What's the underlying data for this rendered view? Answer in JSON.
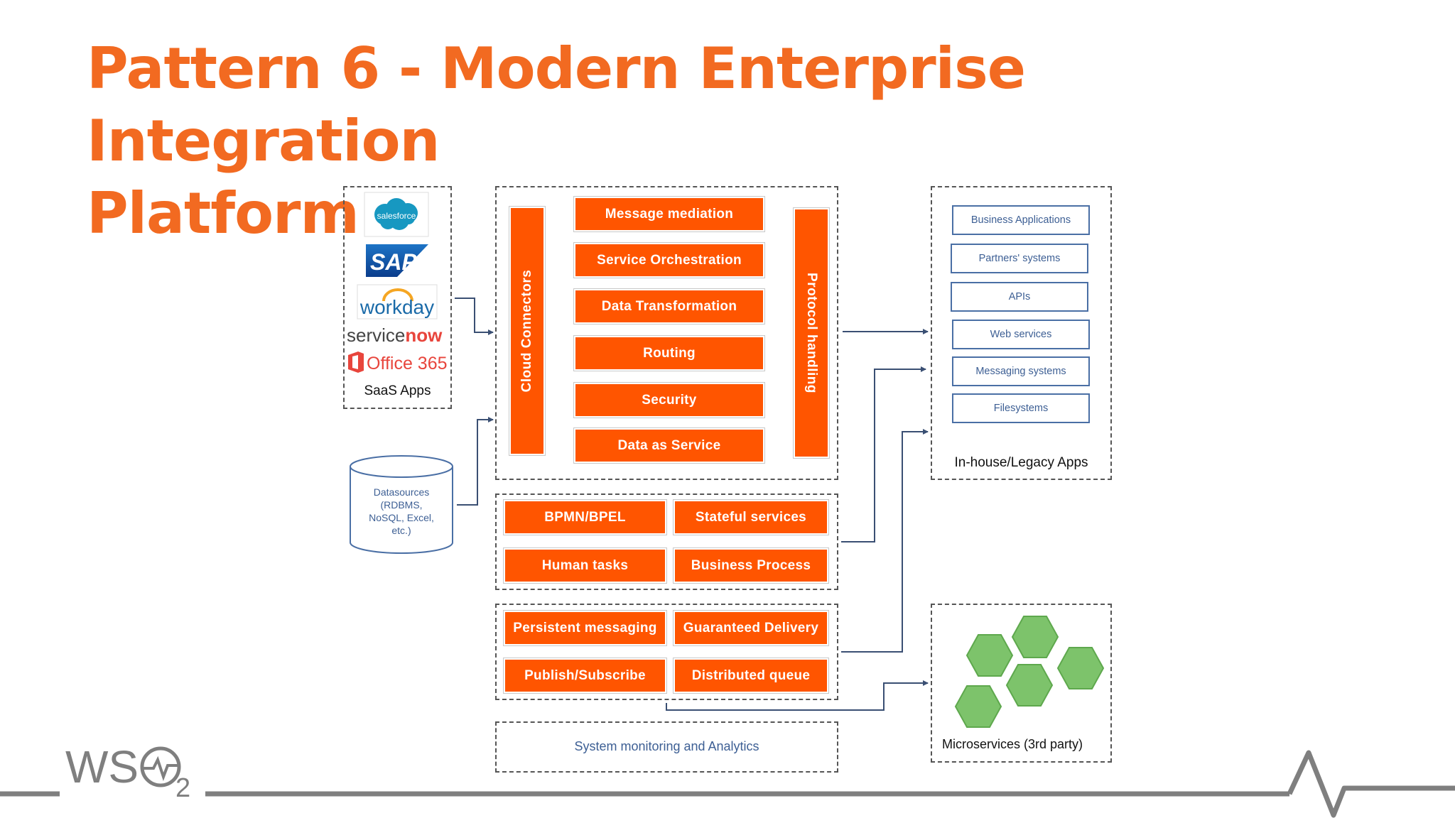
{
  "slide": {
    "title_line1": "Pattern 6 - Modern Enterprise Integration",
    "title_line2": "Platform"
  },
  "saas": {
    "logos": {
      "salesforce": "salesforce",
      "sap": "SAP",
      "workday": "workday",
      "servicenow_a": "service",
      "servicenow_b": "now",
      "office": "Office 365"
    },
    "caption": "SaaS Apps"
  },
  "datasources": {
    "line1": "Datasources",
    "line2": "(RDBMS,",
    "line3": "NoSQL, Excel,",
    "line4": "etc.)"
  },
  "esb": {
    "left_bar": "Cloud Connectors",
    "right_bar": "Protocol handling",
    "items": [
      "Message mediation",
      "Service Orchestration",
      "Data Transformation",
      "Routing",
      "Security",
      "Data as Service"
    ]
  },
  "process": {
    "items": [
      "BPMN/BPEL",
      "Stateful services",
      "Human tasks",
      "Business Process"
    ]
  },
  "messaging": {
    "items": [
      "Persistent messaging",
      "Guaranteed Delivery",
      "Publish/Subscribe",
      "Distributed queue"
    ]
  },
  "monitoring": {
    "label": "System monitoring and Analytics"
  },
  "inhouse": {
    "items": [
      "Business Applications",
      "Partners' systems",
      "APIs",
      "Web services",
      "Messaging systems",
      "Filesystems"
    ],
    "caption": "In-house/Legacy Apps"
  },
  "microservices": {
    "caption": "Microservices (3rd party)"
  },
  "brand": {
    "logo_a": "WS",
    "logo_b": "2"
  },
  "colors": {
    "accent": "#f26a21",
    "block": "#ff5500",
    "hexagon": "#7dc36b",
    "link_blue": "#3d5f94"
  }
}
